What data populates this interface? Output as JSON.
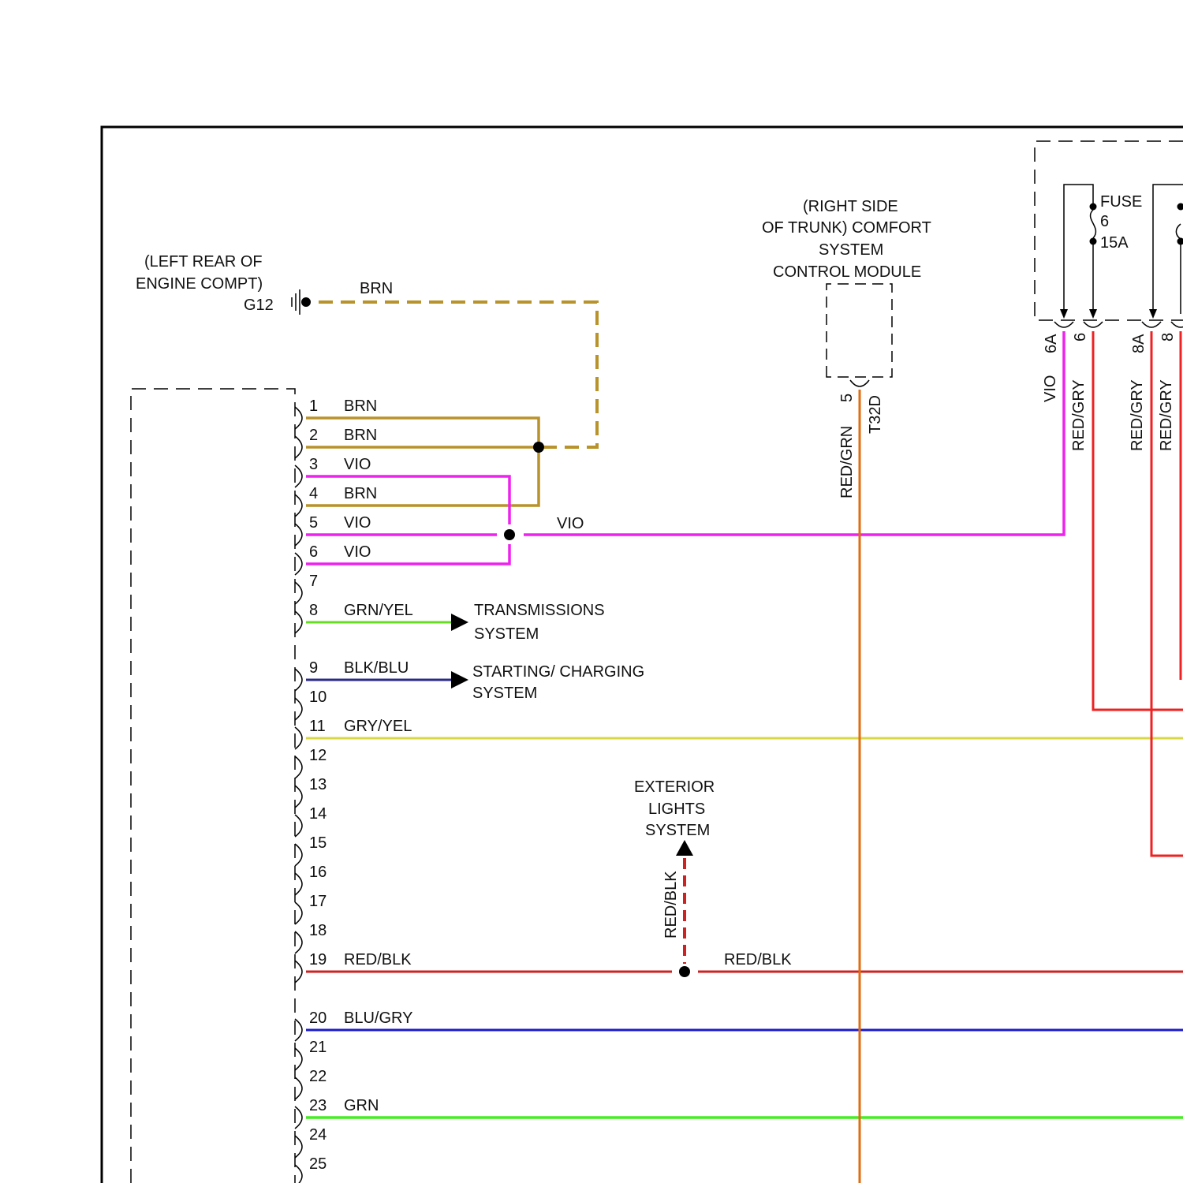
{
  "colors": {
    "BRN": "#b8922a",
    "VIO": "#ee22ee",
    "GRN/YEL": "#66dd22",
    "BLK/BLU": "#2a2a88",
    "GRY/YEL": "#d8d844",
    "RED/BLK": "#cc2222",
    "BLU/GRY": "#1a1acc",
    "GRN": "#44ee22",
    "RED/GRN": "#e06d10",
    "RED/GRY": "#ee2222",
    "frame": "#000000"
  },
  "ground": {
    "location_line1": "(LEFT REAR OF",
    "location_line2": "ENGINE COMPT)",
    "id": "G12",
    "wire_label": "BRN"
  },
  "comfort_module": {
    "line1": "(RIGHT SIDE",
    "line2": "OF TRUNK) COMFORT",
    "line3": "SYSTEM",
    "line4": "CONTROL MODULE",
    "pin": "5",
    "connector": "T32D",
    "wire": "RED/GRN"
  },
  "fuse_panel": {
    "label": "FUSE",
    "number": "6",
    "rating": "15A",
    "pins": [
      "6A",
      "6",
      "8A",
      "8"
    ],
    "wires": [
      "VIO",
      "RED/GRY",
      "RED/GRY",
      "RED/GRY"
    ]
  },
  "connector_pins": [
    {
      "num": "1",
      "wire": "BRN"
    },
    {
      "num": "2",
      "wire": "BRN"
    },
    {
      "num": "3",
      "wire": "VIO"
    },
    {
      "num": "4",
      "wire": "BRN"
    },
    {
      "num": "5",
      "wire": "VIO"
    },
    {
      "num": "6",
      "wire": "VIO"
    },
    {
      "num": "7",
      "wire": ""
    },
    {
      "num": "8",
      "wire": "GRN/YEL"
    },
    {
      "num": "9",
      "wire": "BLK/BLU"
    },
    {
      "num": "10",
      "wire": ""
    },
    {
      "num": "11",
      "wire": "GRY/YEL"
    },
    {
      "num": "12",
      "wire": ""
    },
    {
      "num": "13",
      "wire": ""
    },
    {
      "num": "14",
      "wire": ""
    },
    {
      "num": "15",
      "wire": ""
    },
    {
      "num": "16",
      "wire": ""
    },
    {
      "num": "17",
      "wire": ""
    },
    {
      "num": "18",
      "wire": ""
    },
    {
      "num": "19",
      "wire": "RED/BLK"
    },
    {
      "num": "20",
      "wire": "BLU/GRY"
    },
    {
      "num": "21",
      "wire": ""
    },
    {
      "num": "22",
      "wire": ""
    },
    {
      "num": "23",
      "wire": "GRN"
    },
    {
      "num": "24",
      "wire": ""
    },
    {
      "num": "25",
      "wire": ""
    }
  ],
  "splice_vio_label": "VIO",
  "transmission": {
    "line1": "TRANSMISSIONS",
    "line2": "SYSTEM"
  },
  "starting": {
    "line1": "STARTING/ CHARGING",
    "line2": "SYSTEM"
  },
  "exterior_lights": {
    "line1": "EXTERIOR",
    "line2": "LIGHTS",
    "line3": "SYSTEM",
    "wire": "RED/BLK"
  },
  "red_blk_right_label": "RED/BLK"
}
